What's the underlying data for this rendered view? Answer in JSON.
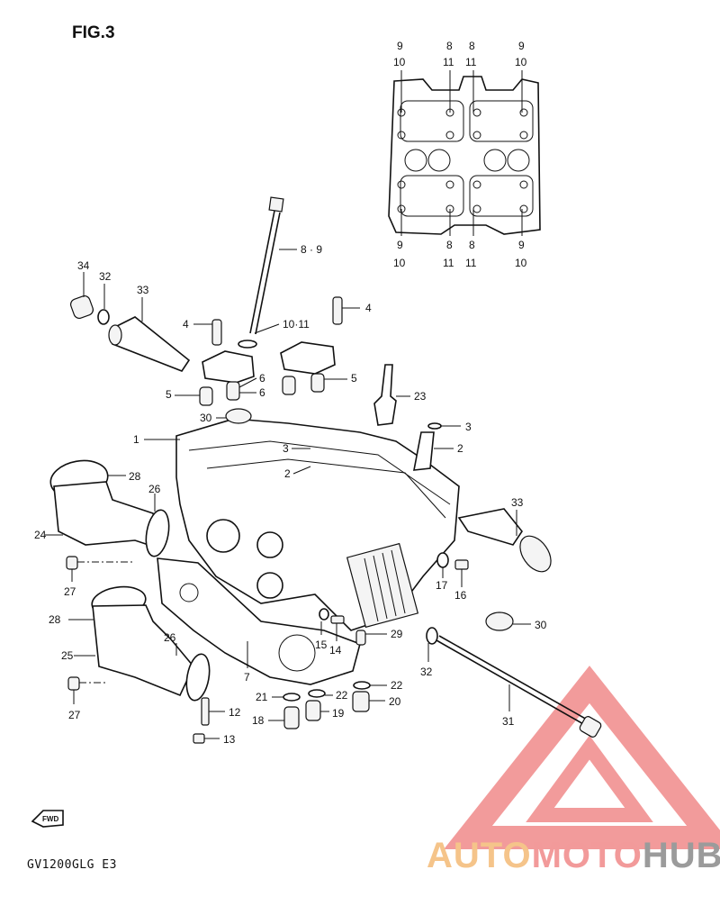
{
  "figure": {
    "title": "FIG.3",
    "model": "GV1200GLG E3",
    "fwd_label": "FWD"
  },
  "watermark": {
    "parts": [
      "AUTO",
      "MOTO",
      "HUB"
    ],
    "colors": {
      "auto": "#f5c48a",
      "moto": "#f29a9a",
      "hub": "#9b9b9b",
      "triangle": "#f08a8a"
    }
  },
  "labels": {
    "c1": "1",
    "c2a": "2",
    "c2b": "2",
    "c3a": "3",
    "c3b": "3",
    "c4a": "4",
    "c4b": "4",
    "c5a": "5",
    "c5b": "5",
    "c6a": "6",
    "c6b": "6",
    "c7": "7",
    "c89": "8 · 9",
    "c1011": "10·11",
    "c12": "12",
    "c13": "13",
    "c14": "14",
    "c15": "15",
    "c16": "16",
    "c17": "17",
    "c18": "18",
    "c19": "19",
    "c20": "20",
    "c21": "21",
    "c22a": "22",
    "c22b": "22",
    "c23": "23",
    "c24": "24",
    "c25": "25",
    "c26a": "26",
    "c26b": "26",
    "c27a": "27",
    "c27b": "27",
    "c28a": "28",
    "c28b": "28",
    "c29": "29",
    "c30a": "30",
    "c30b": "30",
    "c31": "31",
    "c32a": "32",
    "c32b": "32",
    "c33a": "33",
    "c33b": "33",
    "c34": "34",
    "t9a": "9",
    "t10a": "10",
    "t8a": "8",
    "t11a": "11",
    "t8b": "8",
    "t11b": "11",
    "t9b": "9",
    "t10b": "10",
    "b9a": "9",
    "b10a": "10",
    "b8a": "8",
    "b11a": "11",
    "b8b": "8",
    "b11b": "11",
    "b9b": "9",
    "b10b": "10"
  }
}
